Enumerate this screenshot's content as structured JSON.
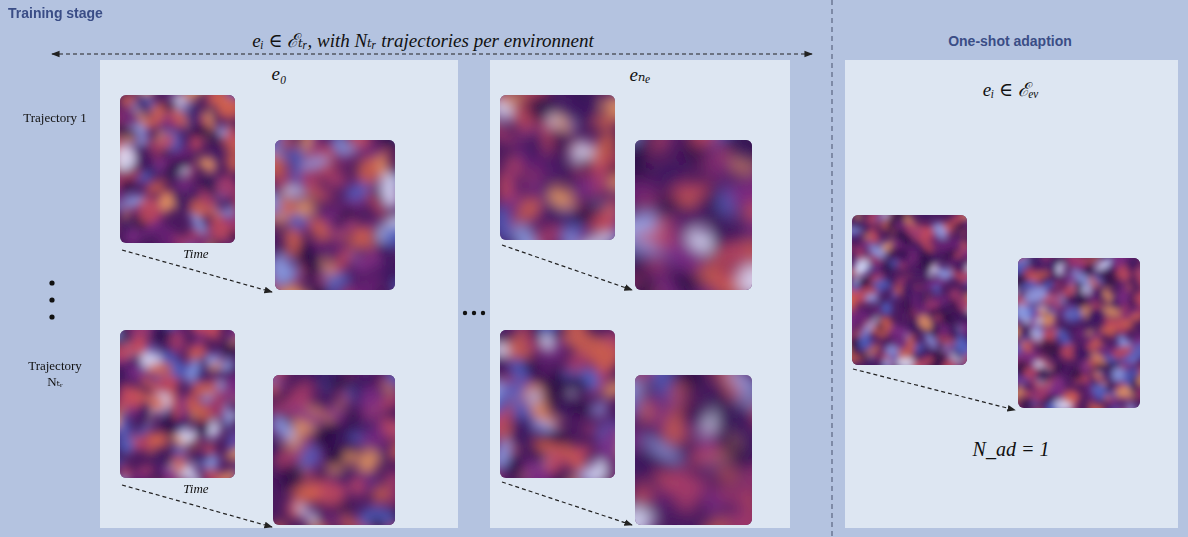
{
  "diagram": {
    "nodes": [
      {
        "text": [
          "Training stage",
          "eᵢ ∈ ℰₜᵣ, with Nₜᵣ trajectories per environnent"
        ]
      },
      {
        "text": [
          "e₀"
        ],
        "in": 0
      },
      {
        "text": [
          "eₙₑ"
        ],
        "in": 0
      },
      {
        "text": [
          "One-shot adaption"
        ]
      },
      {
        "text": [
          "eᵢ ∈ ℰₑᵥ",
          "N_ad = 1"
        ],
        "in": 3
      }
    ],
    "labels": [
      "Trajectory 1",
      "Trajectory Nₜᵣ",
      "Time",
      "Time"
    ]
  }
}
